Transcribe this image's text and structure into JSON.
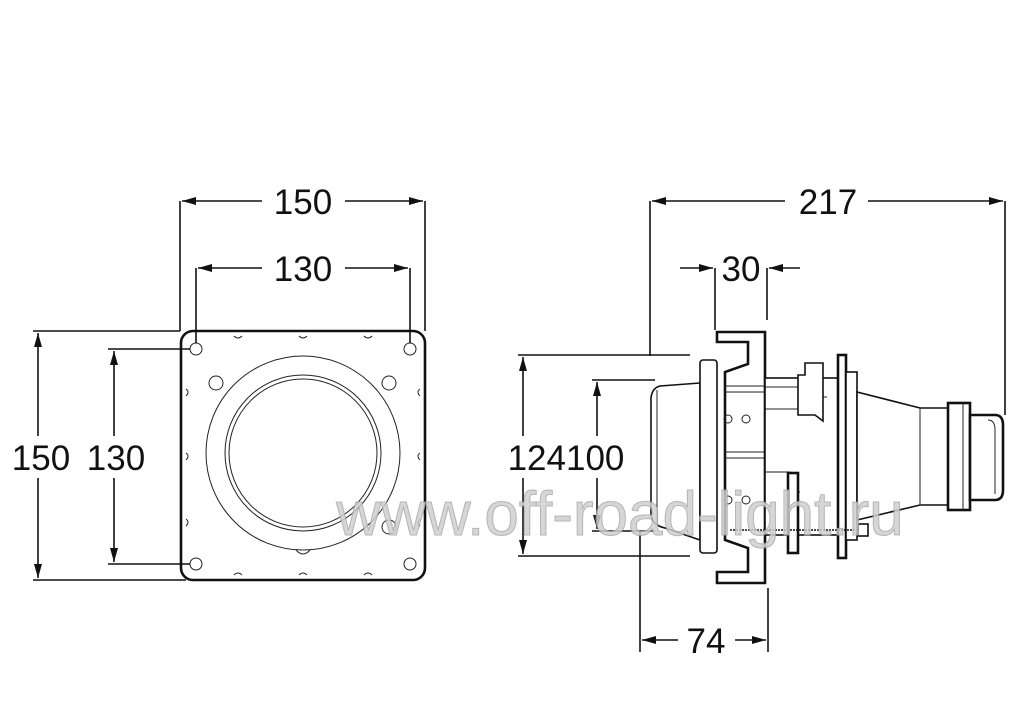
{
  "front_view": {
    "width_outer": "150",
    "width_holes": "130",
    "height_outer": "150",
    "height_holes": "130"
  },
  "side_view": {
    "total_length": "217",
    "flange_depth": "30",
    "height_outer": "124",
    "height_lens": "100",
    "lens_depth": "74"
  },
  "watermark": "www.off-road-light.ru",
  "colors": {
    "line": "#111111",
    "watermark": "#cfcfcf"
  }
}
